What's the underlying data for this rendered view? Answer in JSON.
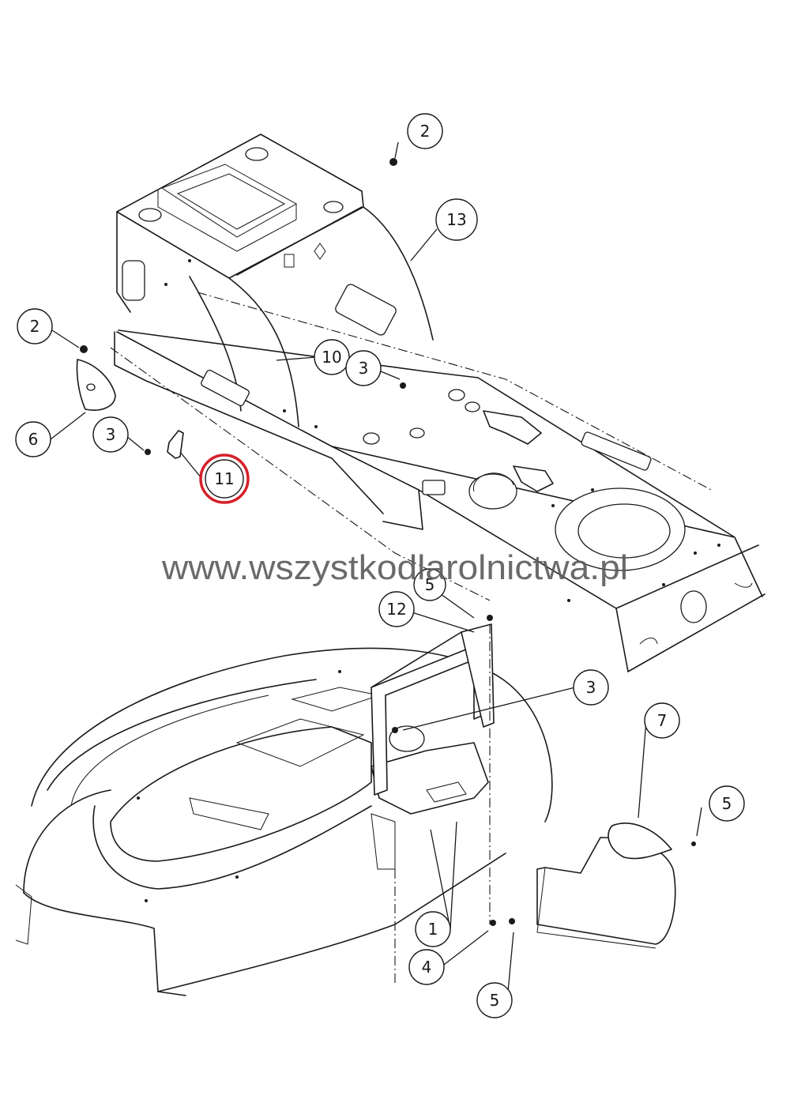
{
  "watermark": "www.wszystkodlarolnictwa.pl",
  "highlight_color": "#d6202a",
  "callouts": [
    {
      "id": "c-2-top",
      "label": "2"
    },
    {
      "id": "c-13",
      "label": "13"
    },
    {
      "id": "c-2-left",
      "label": "2"
    },
    {
      "id": "c-10",
      "label": "10"
    },
    {
      "id": "c-3-mid",
      "label": "3"
    },
    {
      "id": "c-6",
      "label": "6"
    },
    {
      "id": "c-3-left",
      "label": "3"
    },
    {
      "id": "c-11",
      "label": "11"
    },
    {
      "id": "c-5-top",
      "label": "5"
    },
    {
      "id": "c-12",
      "label": "12"
    },
    {
      "id": "c-3-deck",
      "label": "3"
    },
    {
      "id": "c-7",
      "label": "7"
    },
    {
      "id": "c-5-right",
      "label": "5"
    },
    {
      "id": "c-1",
      "label": "1"
    },
    {
      "id": "c-4",
      "label": "4"
    },
    {
      "id": "c-5-bottom",
      "label": "5"
    }
  ],
  "highlighted_part": "11"
}
